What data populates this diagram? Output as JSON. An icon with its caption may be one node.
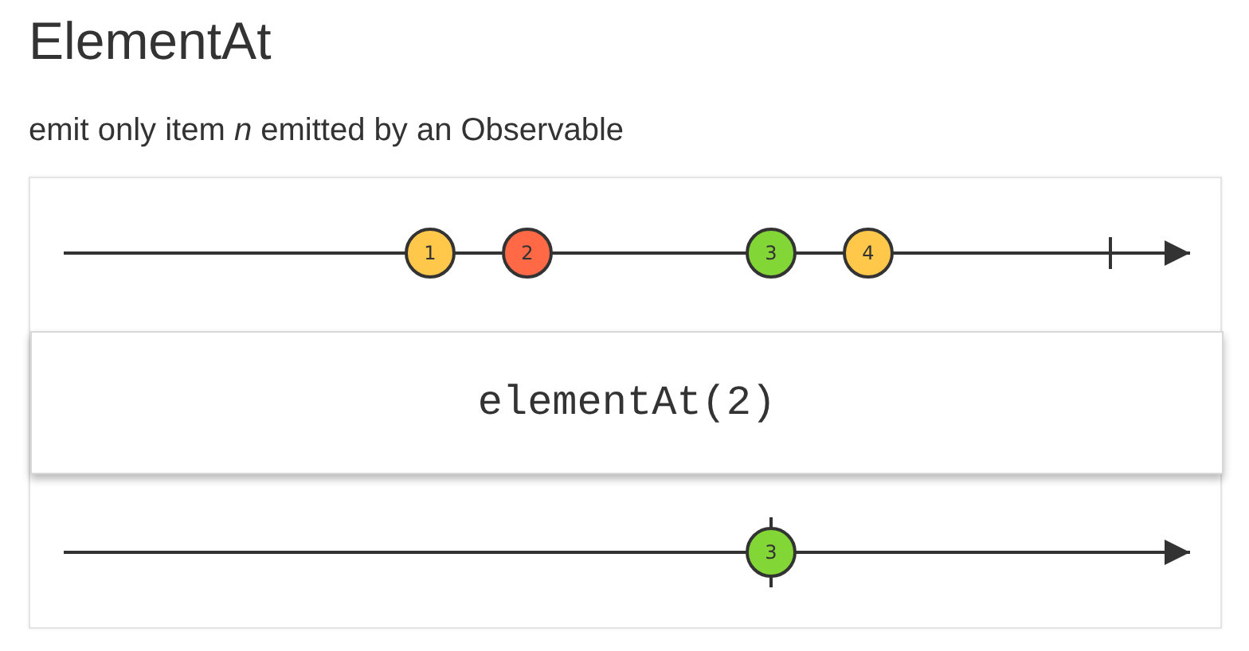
{
  "diagram": {
    "title": "ElementAt",
    "caption": "emit only item *n* emitted by an Observable",
    "nodes": [
      {
        "text": [
          "1"
        ]
      },
      {
        "text": [
          "2"
        ]
      },
      {
        "text": [
          "3"
        ]
      },
      {
        "text": [
          "4"
        ]
      },
      {
        "text": [
          "elementAt(2)"
        ]
      },
      {
        "text": [
          "3"
        ]
      }
    ]
  }
}
